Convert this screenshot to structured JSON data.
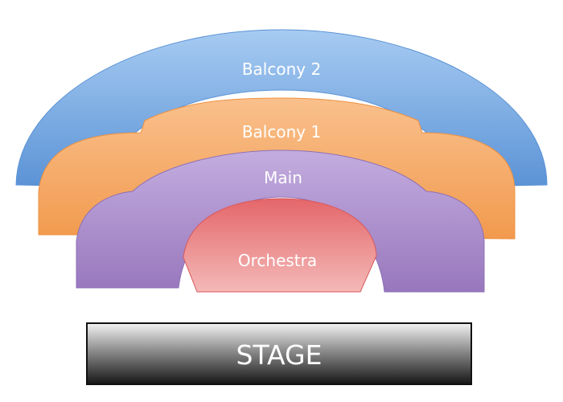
{
  "sections": {
    "balcony2": {
      "label": "Balcony 2",
      "color": "#7AAEE6"
    },
    "balcony1": {
      "label": "Balcony 1",
      "color": "#F4A664"
    },
    "main": {
      "label": "Main",
      "color": "#A98CCB"
    },
    "orchestra": {
      "label": "Orchestra",
      "color": "#E88A8A"
    }
  },
  "stage": {
    "label": "STAGE",
    "color": "#2A2A2A"
  }
}
